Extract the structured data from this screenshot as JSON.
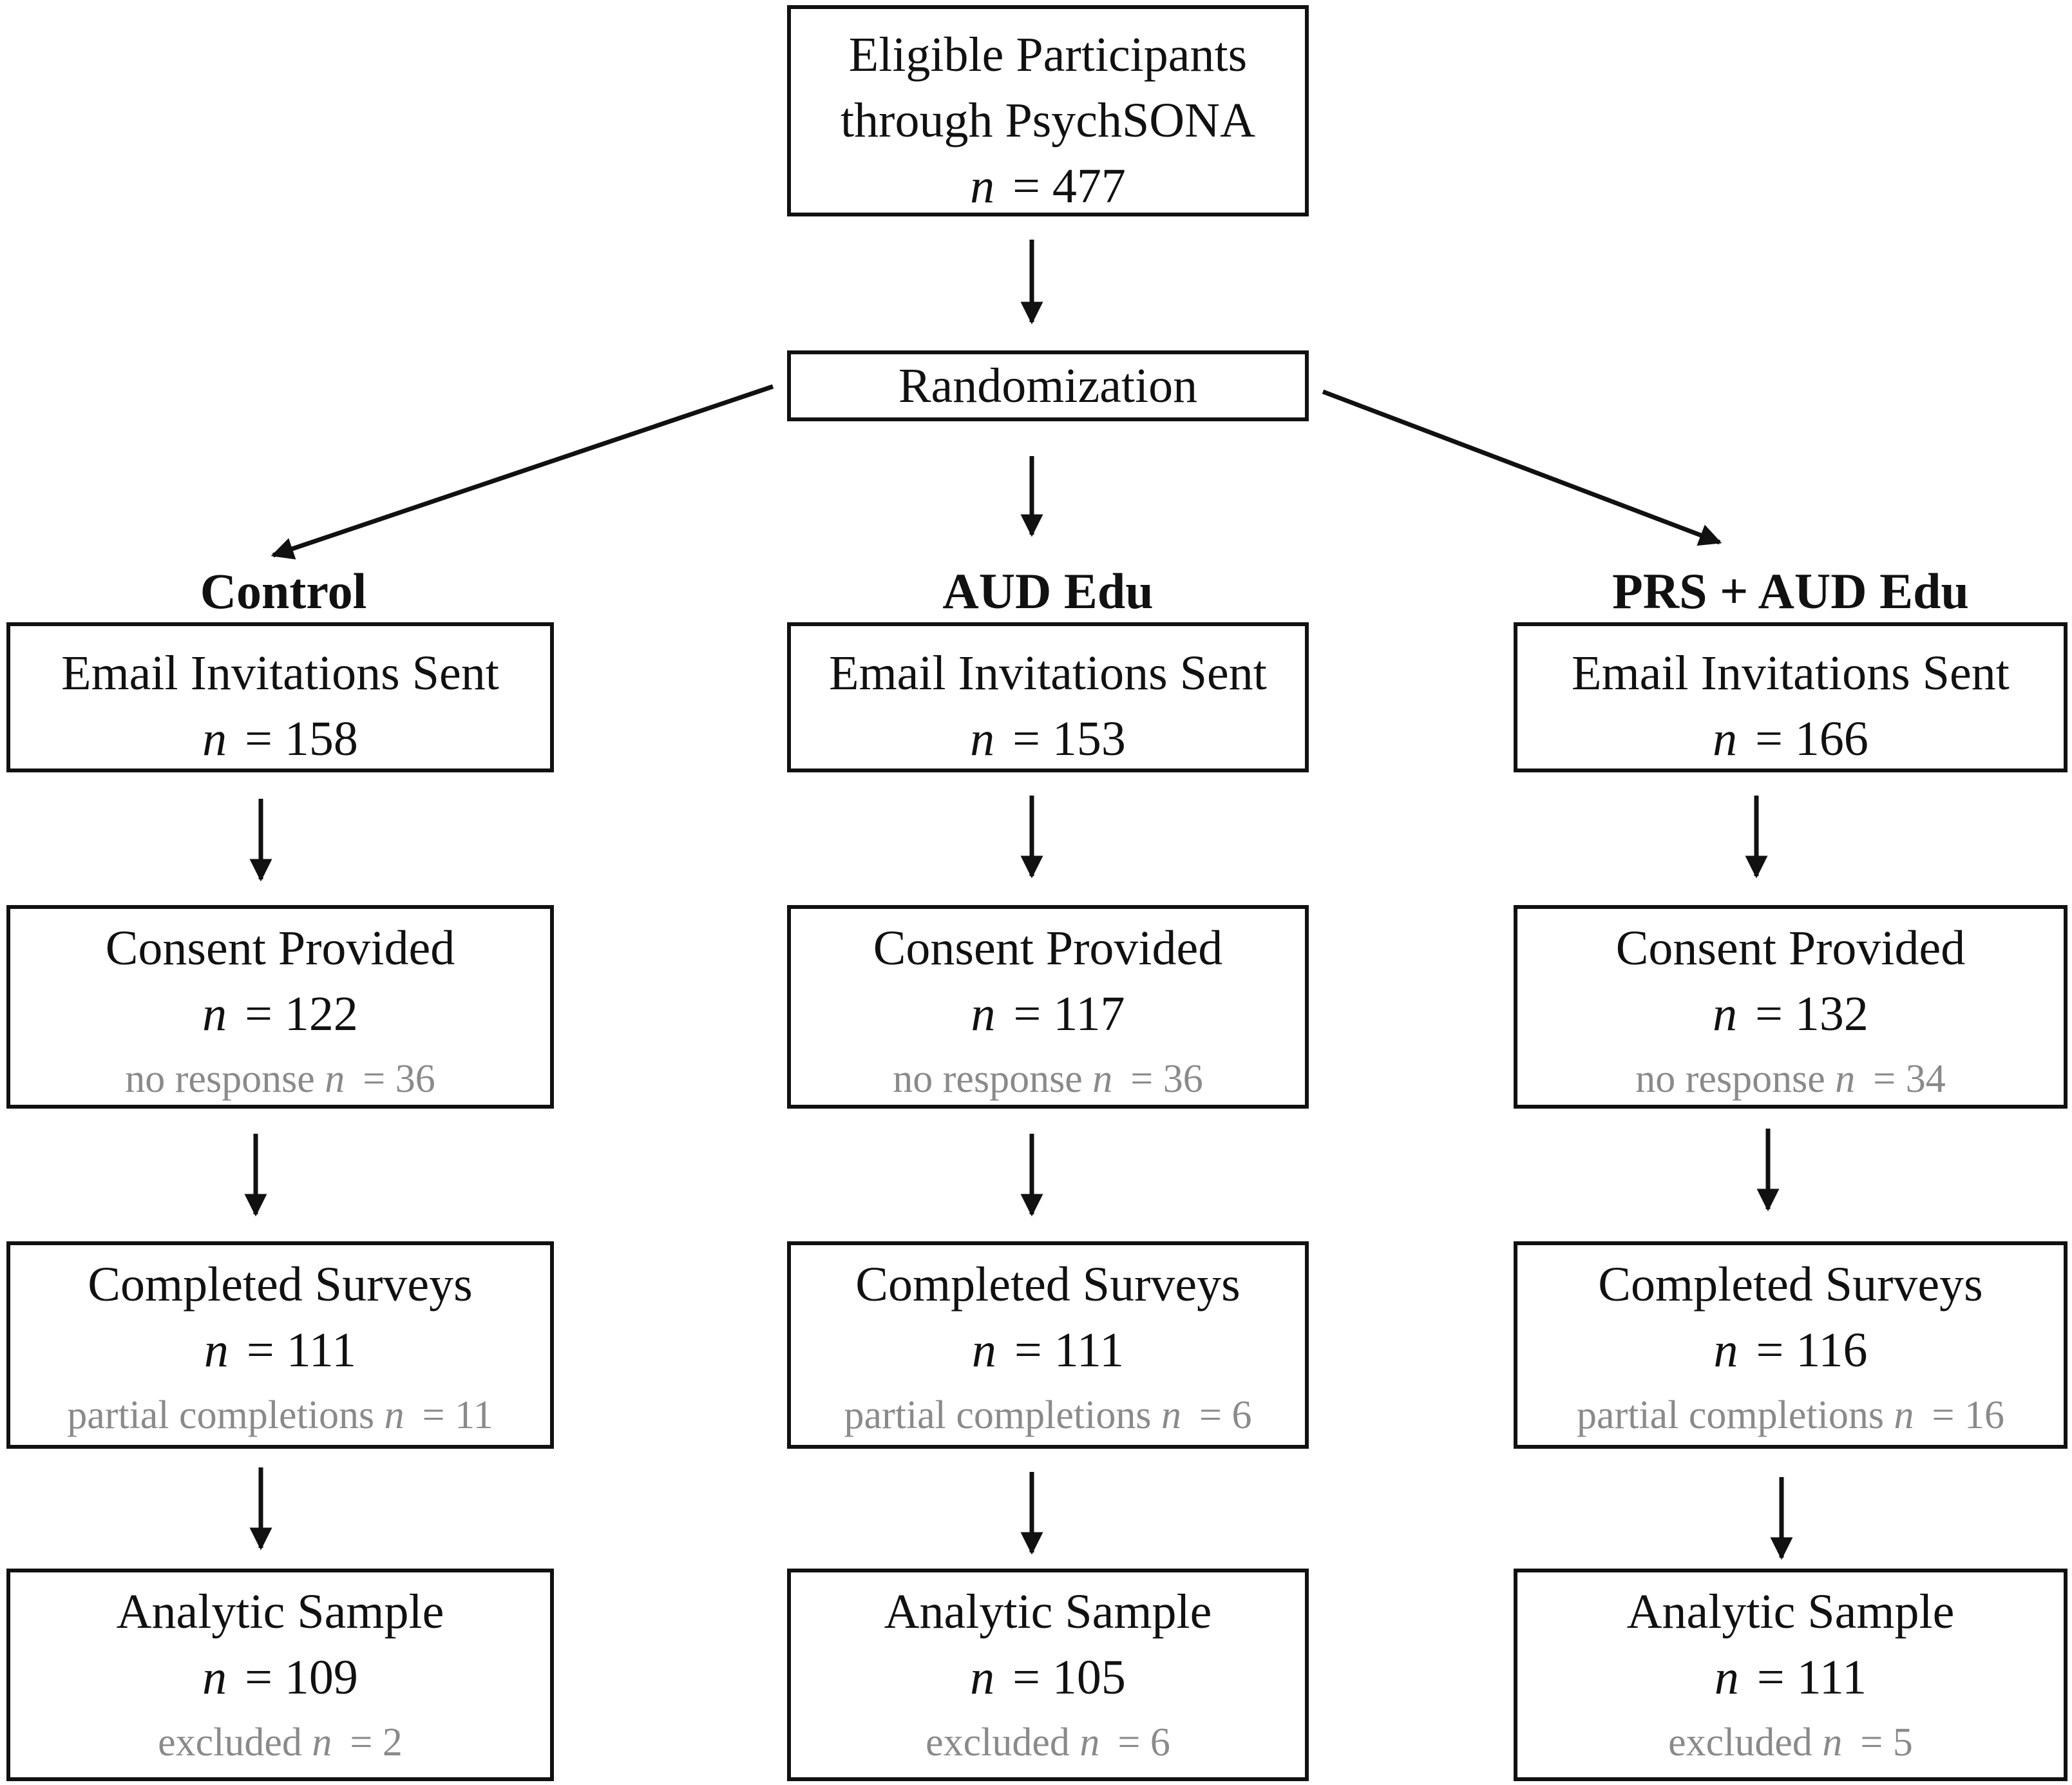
{
  "eligible": {
    "line1": "Eligible Participants",
    "line2": "through PsychSONA",
    "n_symbol": "n",
    "n_value": "= 477"
  },
  "randomization": {
    "label": "Randomization"
  },
  "groups": [
    {
      "name": "Control",
      "email": {
        "label": "Email Invitations Sent",
        "n_symbol": "n",
        "n_value": "= 158"
      },
      "consent": {
        "label": "Consent Provided",
        "n_symbol": "n",
        "n_value": "= 122",
        "note_label": "no response",
        "note_symbol": "n",
        "note_value": "= 36"
      },
      "completed": {
        "label": "Completed Surveys",
        "n_symbol": "n",
        "n_value": "= 111",
        "note_label": "partial completions",
        "note_symbol": "n",
        "note_value": "= 11"
      },
      "analytic": {
        "label": "Analytic Sample",
        "n_symbol": "n",
        "n_value": "= 109",
        "note_label": "excluded",
        "note_symbol": "n",
        "note_value": "= 2"
      }
    },
    {
      "name": "AUD Edu",
      "email": {
        "label": "Email Invitations Sent",
        "n_symbol": "n",
        "n_value": "= 153"
      },
      "consent": {
        "label": "Consent Provided",
        "n_symbol": "n",
        "n_value": "= 117",
        "note_label": "no response",
        "note_symbol": "n",
        "note_value": "= 36"
      },
      "completed": {
        "label": "Completed Surveys",
        "n_symbol": "n",
        "n_value": "= 111",
        "note_label": "partial completions",
        "note_symbol": "n",
        "note_value": "= 6"
      },
      "analytic": {
        "label": "Analytic Sample",
        "n_symbol": "n",
        "n_value": "= 105",
        "note_label": "excluded",
        "note_symbol": "n",
        "note_value": "= 6"
      }
    },
    {
      "name": "PRS + AUD Edu",
      "email": {
        "label": "Email Invitations Sent",
        "n_symbol": "n",
        "n_value": "= 166"
      },
      "consent": {
        "label": "Consent Provided",
        "n_symbol": "n",
        "n_value": "= 132",
        "note_label": "no response",
        "note_symbol": "n",
        "note_value": "= 34"
      },
      "completed": {
        "label": "Completed Surveys",
        "n_symbol": "n",
        "n_value": "= 116",
        "note_label": "partial completions",
        "note_symbol": "n",
        "note_value": "= 16"
      },
      "analytic": {
        "label": "Analytic Sample",
        "n_symbol": "n",
        "n_value": "= 111",
        "note_label": "excluded",
        "note_symbol": "n",
        "note_value": "= 5"
      }
    }
  ]
}
